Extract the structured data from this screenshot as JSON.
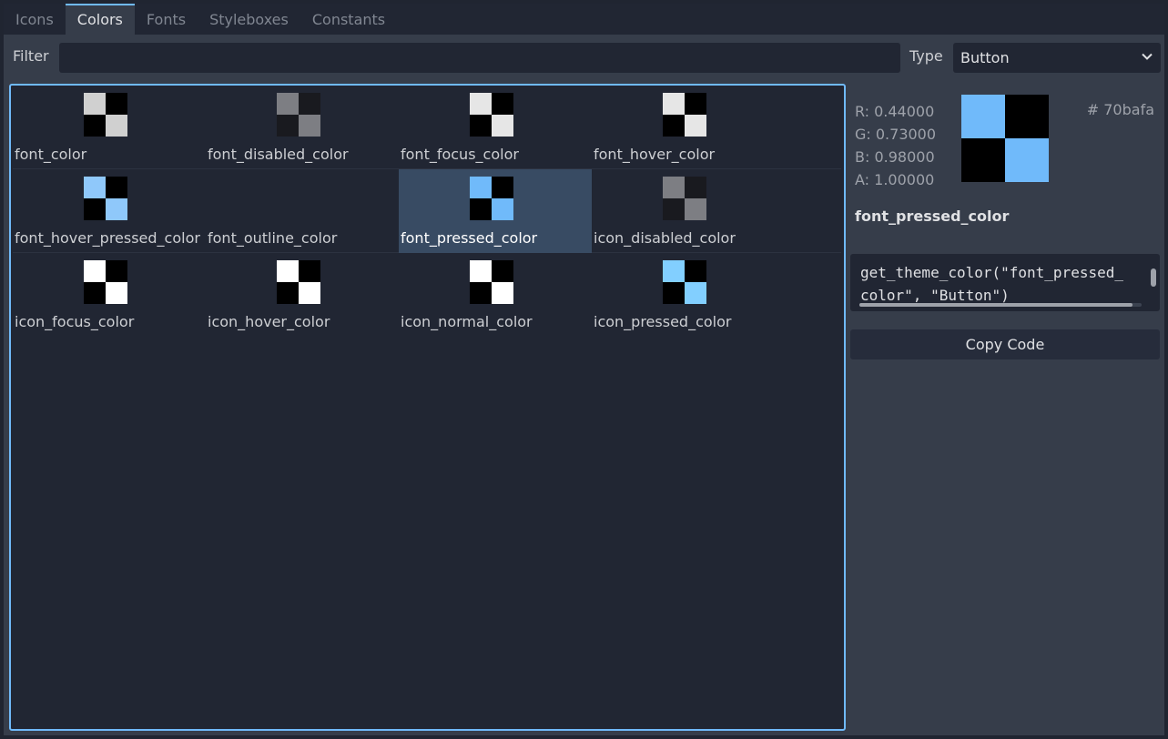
{
  "tabs": [
    {
      "label": "Icons",
      "active": false
    },
    {
      "label": "Colors",
      "active": true
    },
    {
      "label": "Fonts",
      "active": false
    },
    {
      "label": "Styleboxes",
      "active": false
    },
    {
      "label": "Constants",
      "active": false
    }
  ],
  "filter": {
    "label": "Filter",
    "value": ""
  },
  "type": {
    "label": "Type",
    "selected": "Button"
  },
  "colors": [
    [
      {
        "name": "font_color",
        "color": "#d0d0d0"
      },
      {
        "name": "font_disabled_color",
        "color": "#7d7e83",
        "dark": "#191a1f"
      },
      {
        "name": "font_focus_color",
        "color": "#e6e6e6"
      },
      {
        "name": "font_hover_color",
        "color": "#e6e6e6"
      }
    ],
    [
      {
        "name": "font_hover_pressed_color",
        "color": "#8fc8fa"
      },
      {
        "name": "font_outline_color",
        "color": ""
      },
      {
        "name": "font_pressed_color",
        "color": "#70bafa",
        "selected": true
      },
      {
        "name": "icon_disabled_color",
        "color": "#7d7e83",
        "dark": "#191a1f"
      }
    ],
    [
      {
        "name": "icon_focus_color",
        "color": "#ffffff"
      },
      {
        "name": "icon_hover_color",
        "color": "#ffffff"
      },
      {
        "name": "icon_normal_color",
        "color": "#ffffff"
      },
      {
        "name": "icon_pressed_color",
        "color": "#82cfff"
      }
    ]
  ],
  "detail": {
    "r": "R: 0.44000",
    "g": "G: 0.73000",
    "b": "B: 0.98000",
    "a": "A: 1.00000",
    "hex": "# 70bafa",
    "color": "#70bafa",
    "name": "font_pressed_color",
    "code_line1": "get_theme_color(\"font_pressed_",
    "code_line2": "color\", \"Button\")",
    "copy_label": "Copy Code"
  }
}
